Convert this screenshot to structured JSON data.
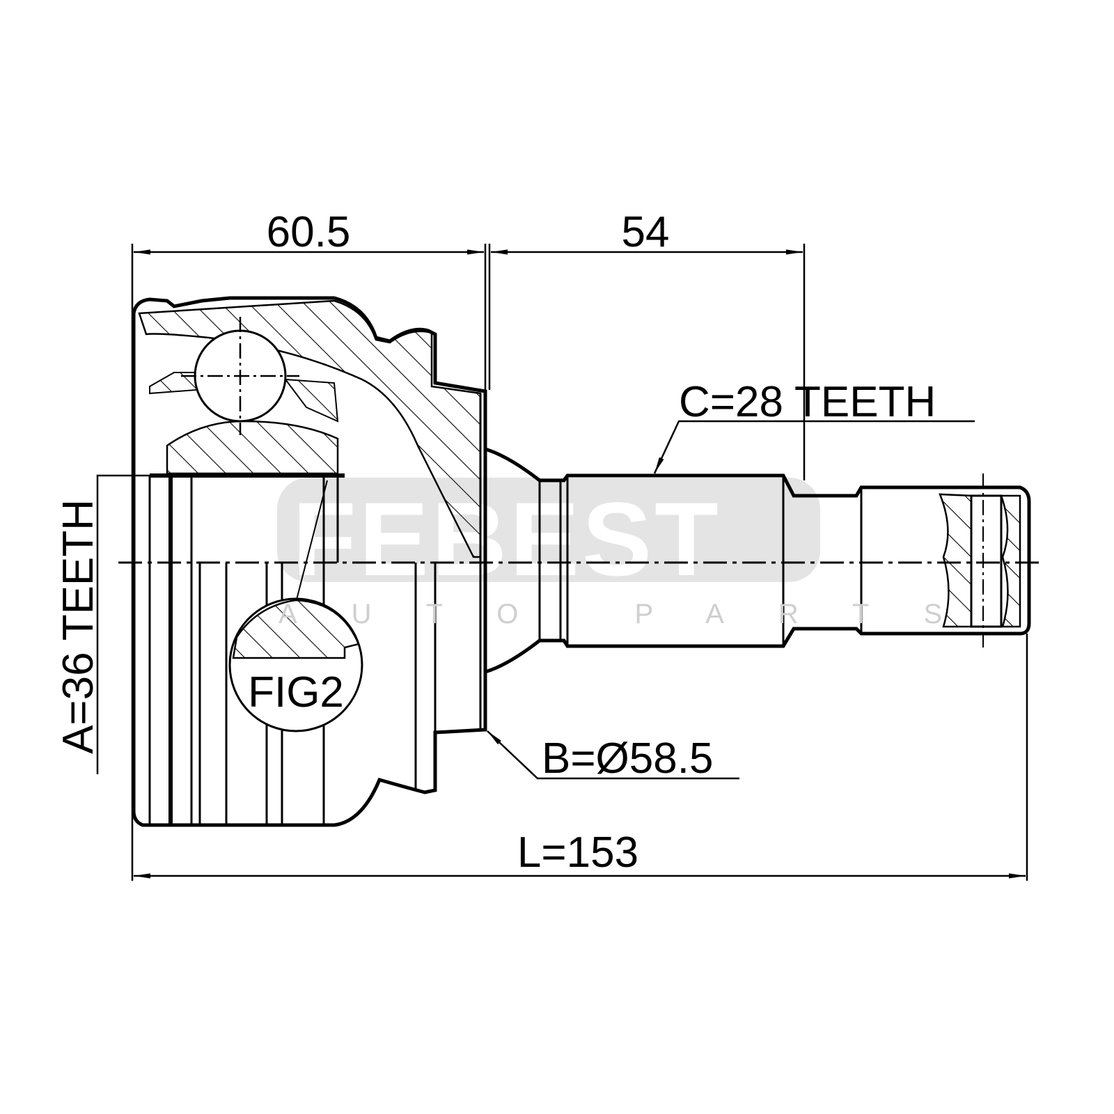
{
  "drawing": {
    "dimensions": {
      "housing_length": "60.5",
      "shaft_length": "54",
      "total_length": "L=153",
      "outer_spline": "C=28 TEETH",
      "inner_spline": "A=36 TEETH",
      "abs_ring": "B=Ø58.5"
    },
    "detail_label": "FIG2",
    "watermark": {
      "brand": "FEBEST",
      "tagline": "AUTO PARTS"
    },
    "colors": {
      "line": "#000000",
      "watermark_bg": "#e4e4e4"
    }
  }
}
